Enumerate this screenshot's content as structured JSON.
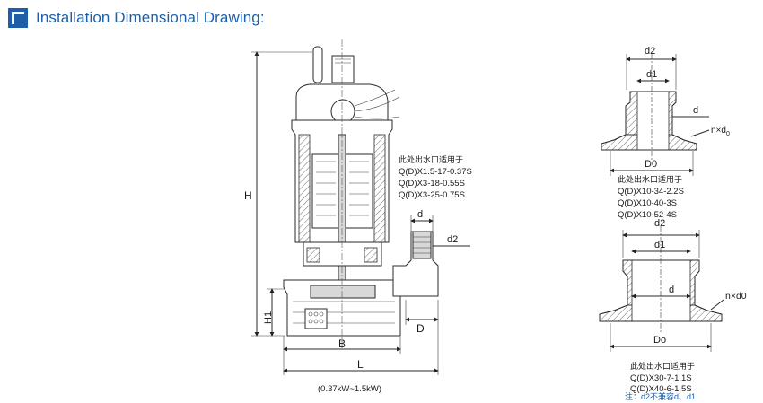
{
  "header": {
    "title": "Installation Dimensional Drawing:",
    "accent_color": "#1f5fa8"
  },
  "pump_view": {
    "dim_H": "H",
    "dim_H1": "H1",
    "dim_B": "B",
    "dim_L": "L",
    "dim_D": "D",
    "dim_d": "d",
    "dim_d2": "d2",
    "power_range": "(0.37kW~1.5kW)",
    "note_title": "此处出水口适用于",
    "models": [
      "Q(D)X1.5-17-0.37S",
      "Q(D)X3-18-0.55S",
      "Q(D)X3-25-0.75S"
    ]
  },
  "flange_small": {
    "dim_d2": "d2",
    "dim_d1": "d1",
    "dim_d": "d",
    "dim_n": "n×d",
    "dim_n_sub": "0",
    "dim_D0": "D0",
    "note_title": "此处出水口适用于",
    "models": [
      "Q(D)X10-34-2.2S",
      "Q(D)X10-40-3S",
      "Q(D)X10-52-4S"
    ]
  },
  "flange_large": {
    "dim_d2": "d2",
    "dim_d1": "d1",
    "dim_d": "d",
    "dim_n": "n×d0",
    "dim_Do": "Do",
    "note_title": "此处出水口适用于",
    "models": [
      "Q(D)X30-7-1.1S",
      "Q(D)X40-6-1.5S"
    ],
    "footnote": "注：d2不兼容d、d1",
    "footnote_color": "#1f5fa8"
  }
}
